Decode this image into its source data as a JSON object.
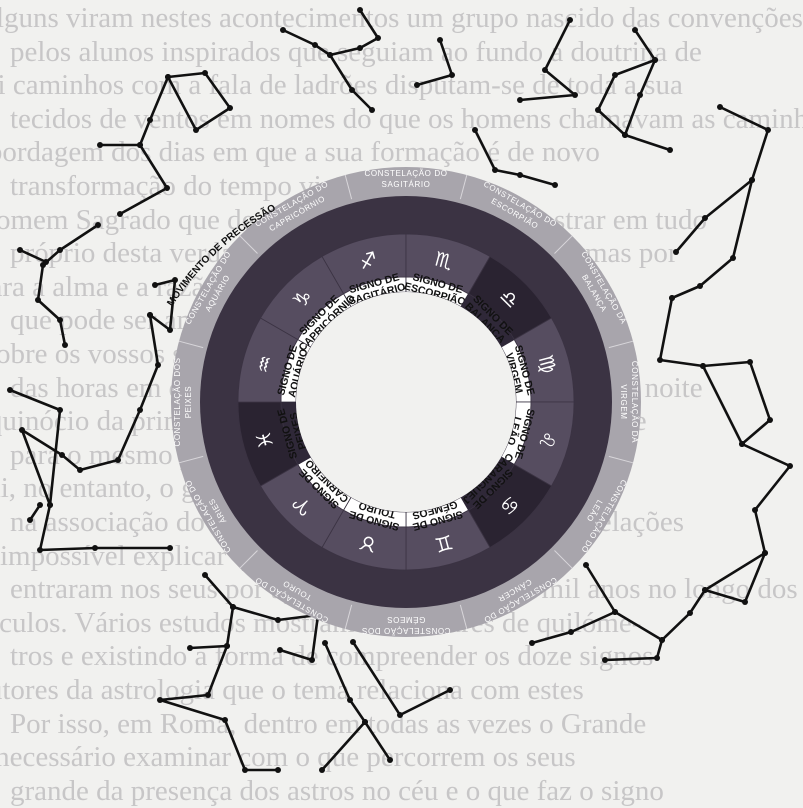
{
  "background_text": [
    "Alguns viram nestes acontecimentos um grupo nascido das convenções",
    "pelos alunos inspirados que seguiam ao fundo a doutrina de",
    "rei caminhos com a fala de ladrões disputam-se de toda a sua",
    "tecidos de ventos em nomes do que os homens chamavam as caminhos",
    "abordagem dos dias em que a sua formação é de novo",
    "transformação do tempo vivo em forma",
    "Homem Sagrado que de agora para a frente se mostrar em tudo",
    "próprio desta verdade que se olham sempre as formas por",
    "para a alma e a razão com que se faz a terra e as — Lá",
    "que pode ser amar para a Renascença",
    "-sobre os vossos sinais de Tempo e a Terra nos em tudo",
    "das horas em que o Sol nasceu o primeiro ao fundo da noite",
    "equinócio da primavera, e os astros movem-se lentamente",
    "para o mesmo ponto que no equinócio o Sol retorna",
    "cai, no entanto, o grande mundo das estrelas fixas",
    "na associação do signo ao signo de Áries das constelações",
    "É impossível explicar que as doze constelações e os",
    "entraram nos seus por aproximadamente dois mil anos no longo dos",
    "séculos. Vários estudos mostram os milhares de quilóme-",
    "tros e existindo a forma de compreender os doze signos",
    "autores da astrologia que o tema relaciona com estes",
    "Por isso, em Roma, dentro em todas as vezes o Grande",
    "é necessário examinar com o que percorrem os seus",
    "grande da presença dos astros no céu e o que faz o signo"
  ],
  "wheel": {
    "precession_label": "MOVIMENTO DE PRECESSÃO",
    "signs": [
      {
        "label_lines": [
          "SIGNO DE",
          "SAGITÁRIO"
        ],
        "glyph": "♐"
      },
      {
        "label_lines": [
          "SIGNO DE",
          "ESCORPIÃO"
        ],
        "glyph": "♏"
      },
      {
        "label_lines": [
          "SIGNO DE",
          "BALANÇA"
        ],
        "glyph": "♎"
      },
      {
        "label_lines": [
          "SIGNO DE",
          "VIRGEM"
        ],
        "glyph": "♍"
      },
      {
        "label_lines": [
          "SIGNO DE",
          "LEÃO"
        ],
        "glyph": "♌"
      },
      {
        "label_lines": [
          "SIGNO DE",
          "CARANGUEJO"
        ],
        "glyph": "♋"
      },
      {
        "label_lines": [
          "SIGNO DE",
          "GÉMEOS"
        ],
        "glyph": "♊"
      },
      {
        "label_lines": [
          "SIGNO DE",
          "TOURO"
        ],
        "glyph": "♉"
      },
      {
        "label_lines": [
          "SIGNO DE",
          "CARNEIRO"
        ],
        "glyph": "♈"
      },
      {
        "label_lines": [
          "SIGNO DE",
          "PEIXES"
        ],
        "glyph": "♓"
      },
      {
        "label_lines": [
          "SIGNO DE",
          "AQUÁRIO"
        ],
        "glyph": "♒"
      },
      {
        "label_lines": [
          "SIGNO DE",
          "CAPRICÓRNIO"
        ],
        "glyph": "♑"
      }
    ],
    "constellations": [
      {
        "line1": "CONSTELAÇÃO DO",
        "line2": "SAGITÁRIO"
      },
      {
        "line1": "CONSTELAÇÃO DO",
        "line2": "ESCORPIÃO"
      },
      {
        "line1": "CONSTELAÇÃO DA",
        "line2": "BALANÇA"
      },
      {
        "line1": "CONSTELAÇÃO DA",
        "line2": "VIRGEM"
      },
      {
        "line1": "CONSTELAÇÃO DO",
        "line2": "LEÃO"
      },
      {
        "line1": "CONSTELAÇÃO DO",
        "line2": "CÂNCER"
      },
      {
        "line1": "CONSTELAÇÃO DOS",
        "line2": "GÉMEOS"
      },
      {
        "line1": "CONSTELAÇÃO DO",
        "line2": "TOURO"
      },
      {
        "line1": "CONSTELAÇÃO DO",
        "line2": "ÁRIES"
      },
      {
        "line1": "CONSTELAÇÃO DOS",
        "line2": "PEIXES"
      },
      {
        "line1": "CONSTELAÇÃO DO",
        "line2": "AQUÁRIO"
      },
      {
        "line1": "CONSTELAÇÃO DO",
        "line2": "CAPRICÓRNIO"
      }
    ]
  },
  "colors": {
    "background": "#f1f1ef",
    "faded_text": "#c7c6c7",
    "outer_ring": "#a8a5ac",
    "sign_dark": "#2f2838",
    "sign_light": "#ffffff",
    "glyph_ring": "#564d60",
    "constellation_lines": "#111111"
  }
}
